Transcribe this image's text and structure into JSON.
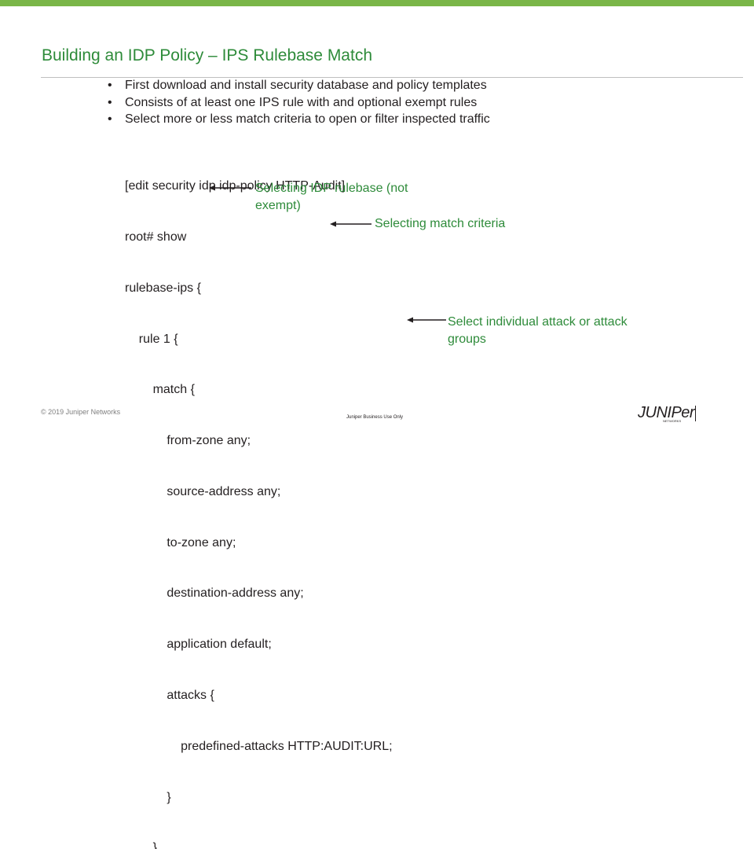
{
  "colors": {
    "accent": "#7ab648",
    "text": "#231f20",
    "callout": "#2e8b3a",
    "footer": "#7f7f7f"
  },
  "title": "Building an IDP Policy – IPS Rulebase Match",
  "bullets": [
    "First download and install security database and policy templates",
    "Consists of at least one IPS rule with and optional exempt rules",
    "Select more or less match criteria to open or filter inspected traffic"
  ],
  "bullet_marker": "•",
  "code_lines": [
    "[edit security idp idp-policy HTTP-Audit]",
    "root# show",
    "rulebase-ips {",
    "    rule 1 {",
    "        match {",
    "            from-zone any;",
    "            source-address any;",
    "            to-zone any;",
    "            destination-address any;",
    "            application default;",
    "            attacks {",
    "                predefined-attacks HTTP:AUDIT:URL;",
    "            }",
    "        }"
  ],
  "callouts": {
    "rulebase_line1": "Selecting IDP rulebase (not",
    "rulebase_line2": "exempt)",
    "match": "Selecting match criteria",
    "attack_line1": "Select individual attack or attack",
    "attack_line2": "groups"
  },
  "footer": {
    "copyright": "© 2019 Juniper Networks",
    "classification": "Juniper Business Use Only",
    "logo_text": "JUNIPer",
    "logo_subtext": "NETWORKS"
  }
}
